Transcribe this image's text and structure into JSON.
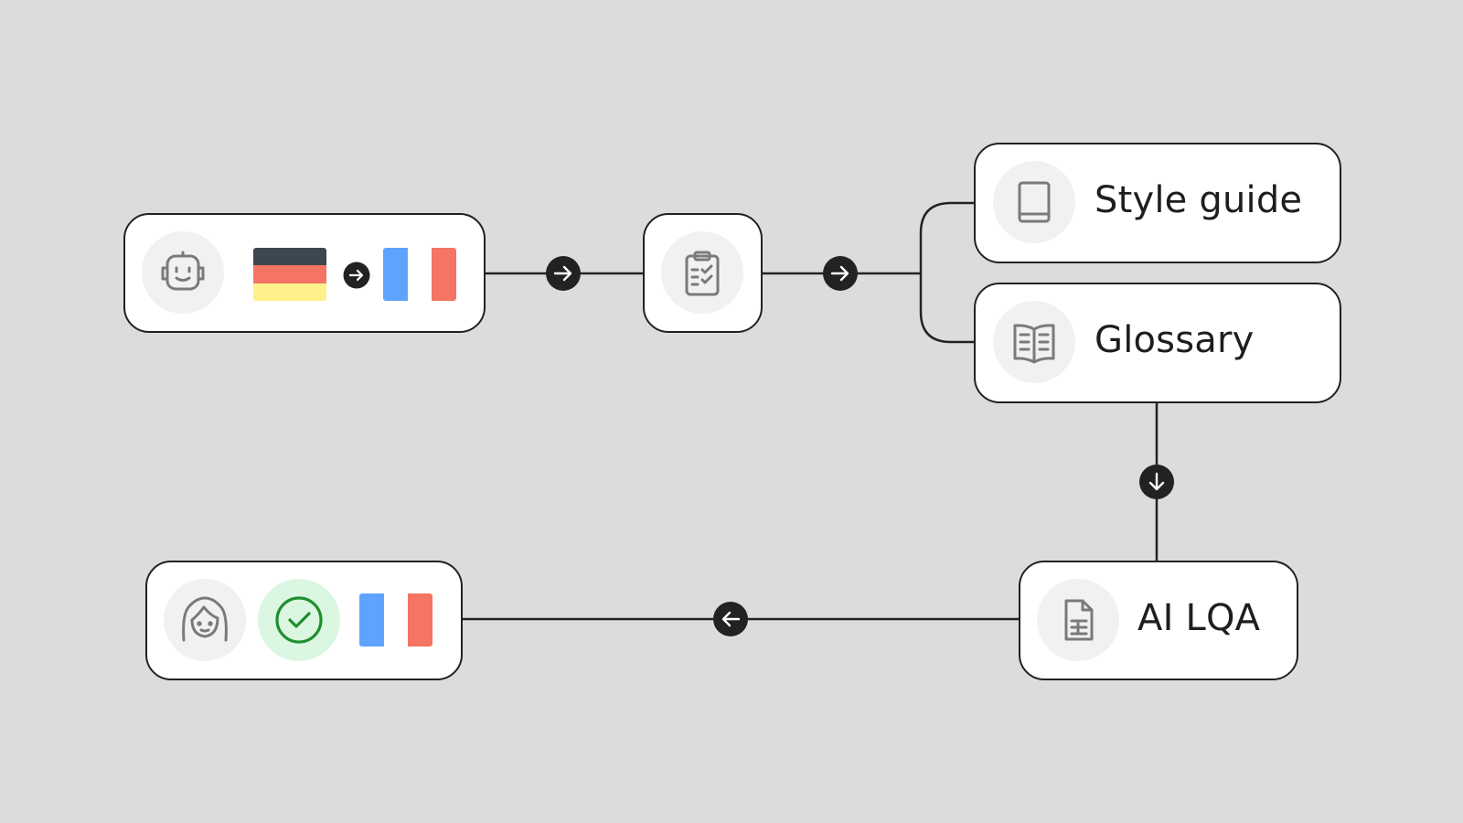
{
  "colors": {
    "background": "#dcdcdc",
    "line": "#222222",
    "card": "#ffffff",
    "icon_bg": "#f1f1f1",
    "icon_stroke": "#7a7a7a",
    "success_bg": "#dcf7e1",
    "success_stroke": "#1f8f2e",
    "flag_de": [
      "#3d4752",
      "#f47563",
      "#fff08a"
    ],
    "flag_fr": [
      "#5ea4ff",
      "#ffffff",
      "#f47563"
    ]
  },
  "nodes": {
    "machine_translation": {
      "icon": "robot-icon",
      "source_flag": "germany-flag",
      "arrow": "arrow-right-icon",
      "target_flag": "france-flag"
    },
    "checklist": {
      "icon": "clipboard-check-icon"
    },
    "style_guide": {
      "icon": "book-icon",
      "label": "Style guide"
    },
    "glossary": {
      "icon": "open-book-icon",
      "label": "Glossary"
    },
    "ai_lqa": {
      "icon": "document-icon",
      "label": "AI LQA"
    },
    "result": {
      "icon": "person-icon",
      "status_icon": "check-circle-icon",
      "flag": "france-flag"
    }
  },
  "connectors": [
    {
      "from": "machine_translation",
      "to": "checklist",
      "arrow": "arrow-right-icon"
    },
    {
      "from": "checklist",
      "to": "style_guide",
      "arrow": "arrow-right-icon"
    },
    {
      "from": "checklist",
      "to": "glossary",
      "arrow": "arrow-right-icon"
    },
    {
      "from": "glossary",
      "to": "ai_lqa",
      "arrow": "arrow-down-icon"
    },
    {
      "from": "ai_lqa",
      "to": "result",
      "arrow": "arrow-left-icon"
    }
  ]
}
